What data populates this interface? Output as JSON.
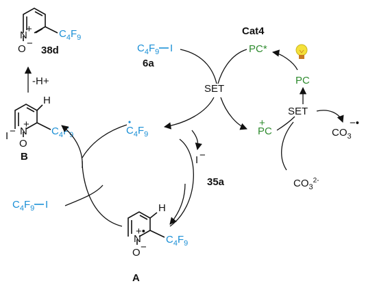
{
  "labels": {
    "cat4": "Cat4",
    "pc_star": "PC*",
    "pc_mid": "PC",
    "pc_plus": "PC",
    "set_center": "SET",
    "set_right": "SET",
    "c4f9i_top": "C4F9—I",
    "id_6a": "6a",
    "radical_c4f9": "C4F9",
    "iodide": "I",
    "id_35a": "35a",
    "c4f9i_left": "C4F9—I",
    "co3_radical": "CO3",
    "carbonate": "CO32-",
    "deprot": "-H+",
    "id_38d": "38d",
    "id_B": "B",
    "id_A": "A"
  },
  "colors": {
    "reagent_blue": "#1a8fd6",
    "catalyst_green": "#2e8b2e",
    "bulb_yellow": "#f5e13a",
    "bulb_base": "#c97a22"
  }
}
